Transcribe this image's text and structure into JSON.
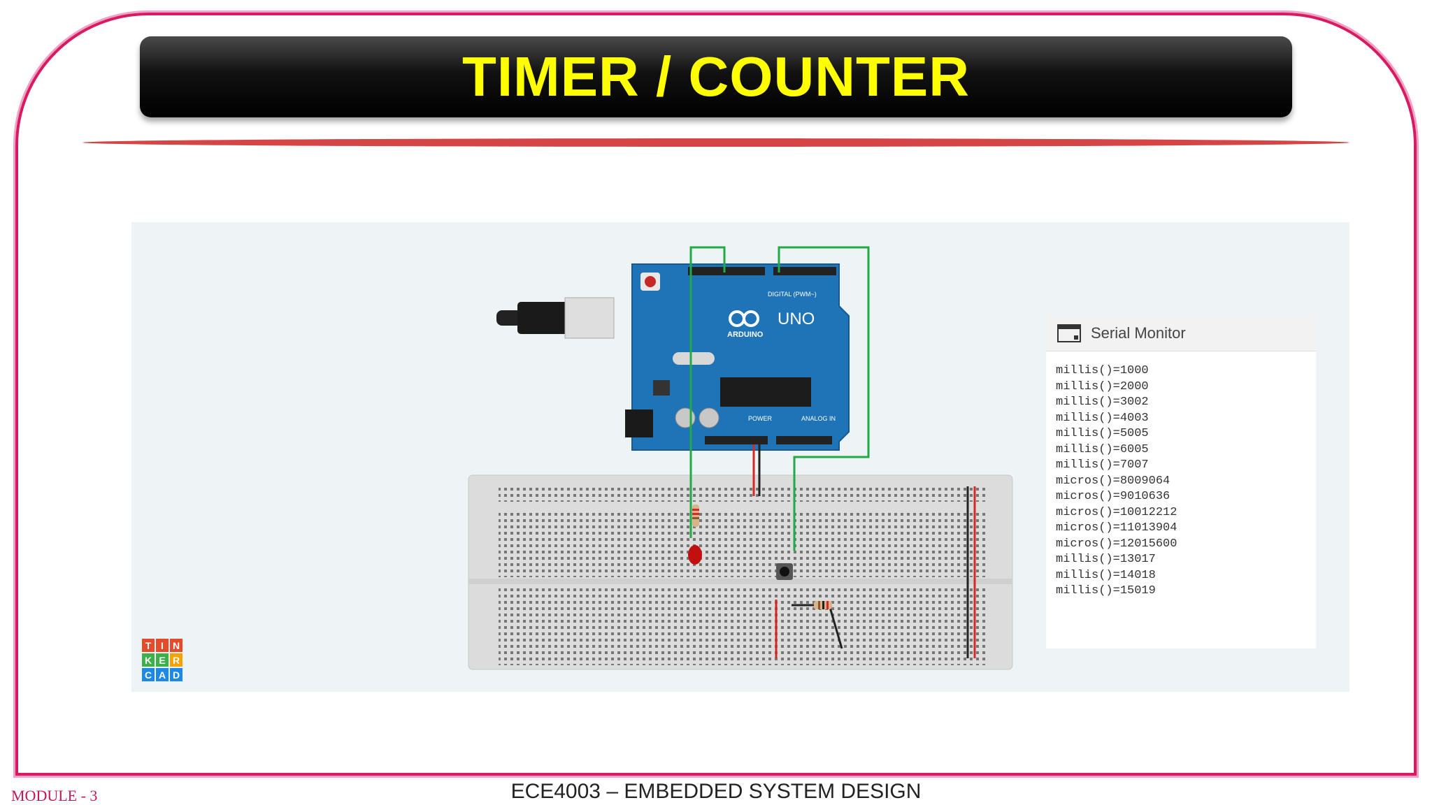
{
  "slide": {
    "title": "TIMER / COUNTER",
    "footer_left": "MODULE - 3",
    "footer_center": "ECE4003 – EMBEDDED SYSTEM DESIGN"
  },
  "tinkercad": {
    "logo_letters": [
      "T",
      "I",
      "N",
      "K",
      "E",
      "R",
      "C",
      "A",
      "D"
    ],
    "board": {
      "name": "UNO",
      "brand": "ARDUINO",
      "digital_label": "DIGITAL (PWM~)",
      "power_label": "POWER",
      "analog_label": "ANALOG IN"
    },
    "serial_monitor": {
      "title": "Serial Monitor",
      "lines": [
        "millis()=1000",
        "millis()=2000",
        "millis()=3002",
        "millis()=4003",
        "millis()=5005",
        "millis()=6005",
        "millis()=7007",
        "micros()=8009064",
        "micros()=9010636",
        "micros()=10012212",
        "micros()=11013904",
        "micros()=12015600",
        "millis()=13017",
        "millis()=14018",
        "millis()=15019"
      ]
    }
  },
  "colors": {
    "title_text": "#ffff00",
    "frame": "#d81b60",
    "rule": "#d64545",
    "board": "#1f73b7",
    "wire_green": "#22aa44"
  }
}
